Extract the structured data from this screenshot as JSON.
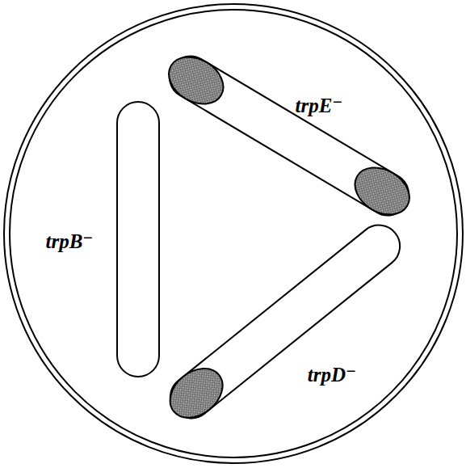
{
  "diagram": {
    "labels": [
      "trpE⁻",
      "trpB⁻",
      "trpD⁻"
    ]
  }
}
